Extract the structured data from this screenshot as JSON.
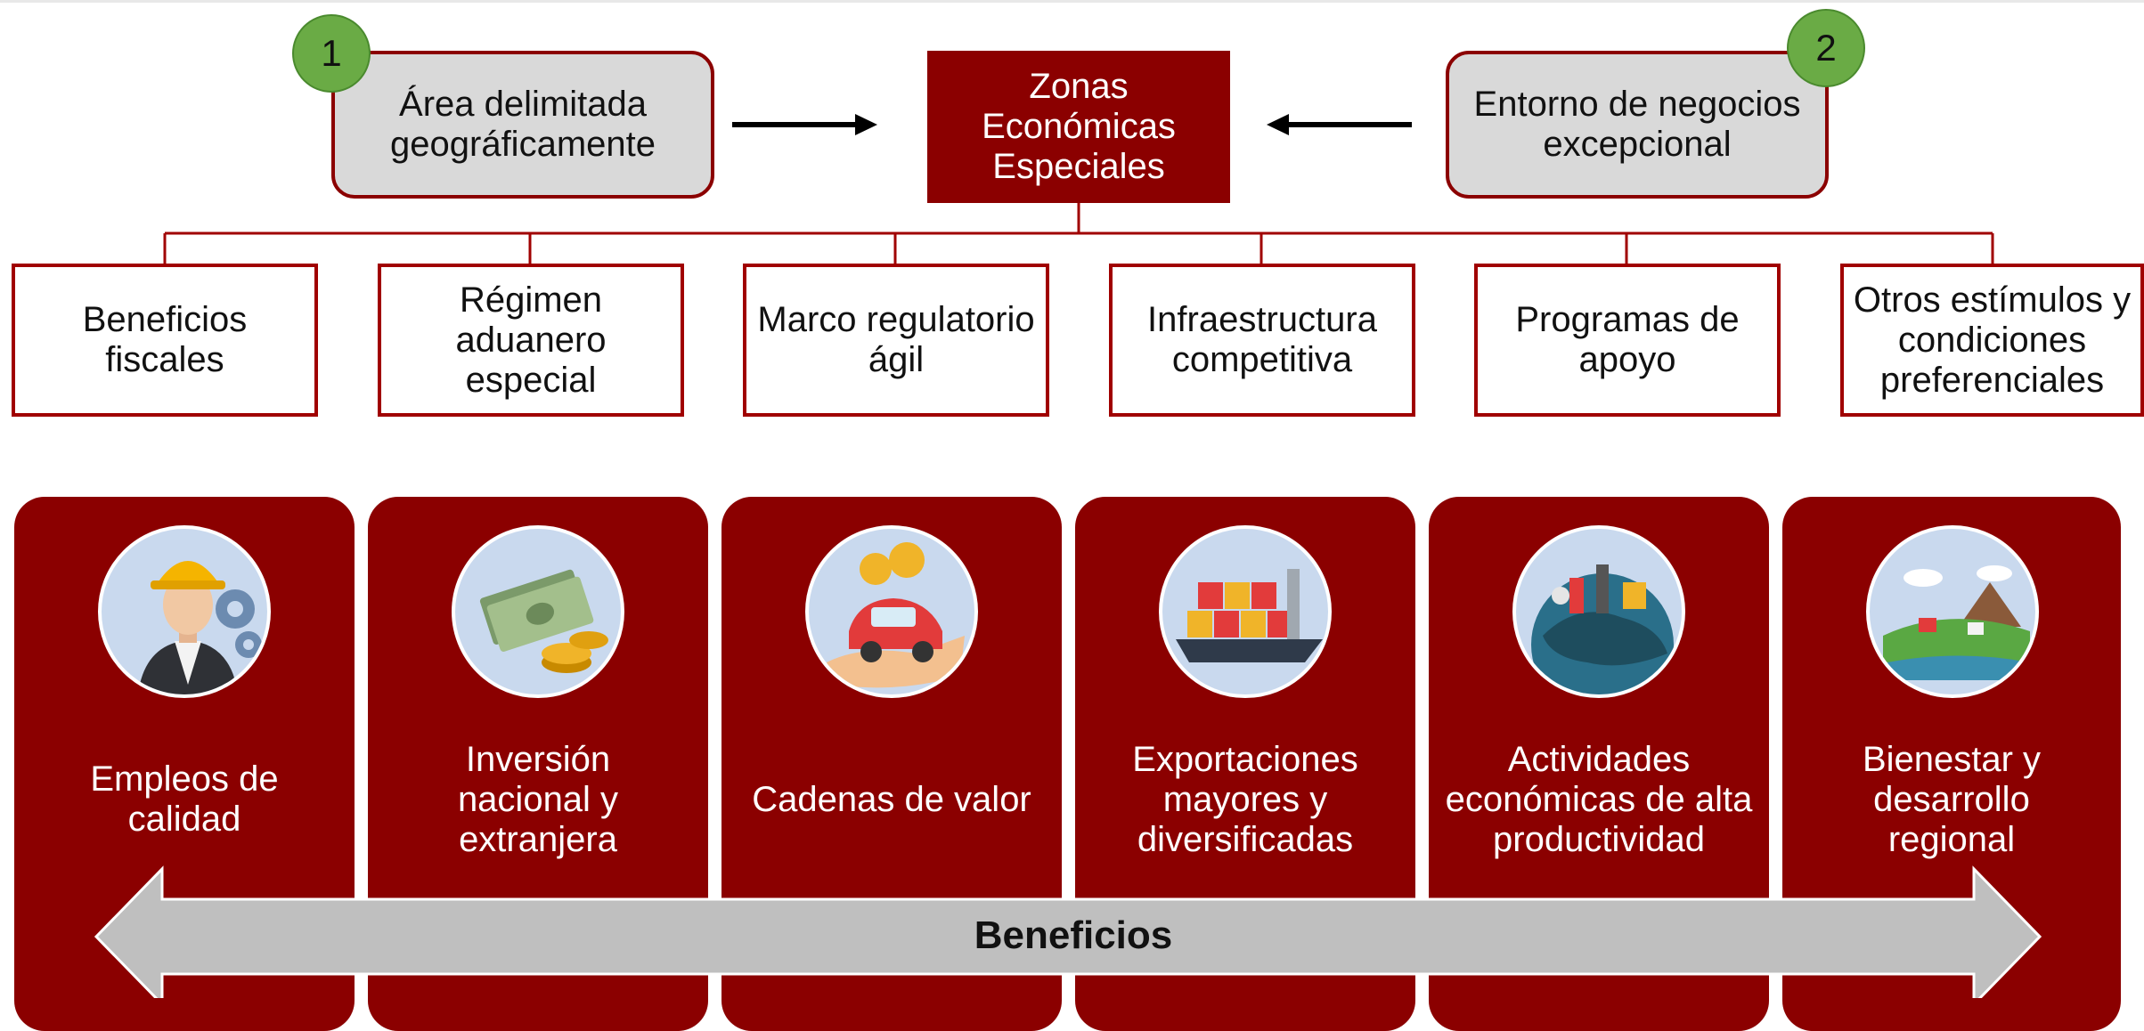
{
  "header": {
    "left_box": {
      "number": "1",
      "text": "Área delimitada geográficamente"
    },
    "center_box": {
      "text": "Zonas Económicas Especiales"
    },
    "right_box": {
      "number": "2",
      "text": "Entorno de negocios excepcional"
    }
  },
  "features": [
    {
      "label": "Beneficios fiscales"
    },
    {
      "label": "Régimen aduanero especial"
    },
    {
      "label": "Marco regulatorio ágil"
    },
    {
      "label": "Infraestructura competitiva"
    },
    {
      "label": "Programas de apoyo"
    },
    {
      "label": "Otros estímulos y condiciones preferenciales"
    }
  ],
  "benefits": [
    {
      "label": "Empleos de calidad",
      "icon": "worker-icon"
    },
    {
      "label": "Inversión nacional y extranjera",
      "icon": "money-icon"
    },
    {
      "label": "Cadenas de valor",
      "icon": "car-coins-icon"
    },
    {
      "label": "Exportaciones mayores y diversificadas",
      "icon": "cargo-ship-icon"
    },
    {
      "label": "Actividades económicas de alta productividad",
      "icon": "globe-industry-icon"
    },
    {
      "label": "Bienestar y desarrollo regional",
      "icon": "landscape-icon"
    }
  ],
  "arrow": {
    "label": "Beneficios"
  },
  "colors": {
    "dark_red": "#8b0000",
    "gray_box": "#d9d9d9",
    "green_badge": "#6aab45",
    "arrow_gray": "#bfbfbf"
  }
}
